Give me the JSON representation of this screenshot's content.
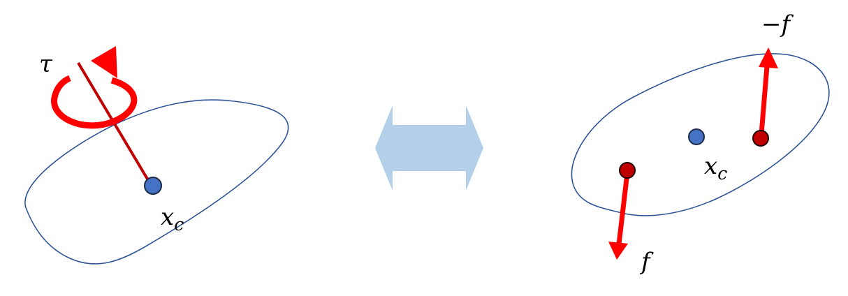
{
  "left_panel": {
    "torque_label": "τ",
    "center_label": {
      "base": "x",
      "subscript": "c"
    }
  },
  "right_panel": {
    "neg_force_label": {
      "sign": "−",
      "symbol": "f"
    },
    "force_label": "f",
    "center_label": {
      "base": "x",
      "subscript": "c"
    }
  },
  "colors": {
    "body_outline": "#2f5597",
    "center_point": "#4472c4",
    "torque_axis": "#c00000",
    "torque_arrow": "#ff0000",
    "force_arrow": "#ff0000",
    "force_point": "#c00000",
    "equivalence_arrow": "#b4cfea"
  }
}
